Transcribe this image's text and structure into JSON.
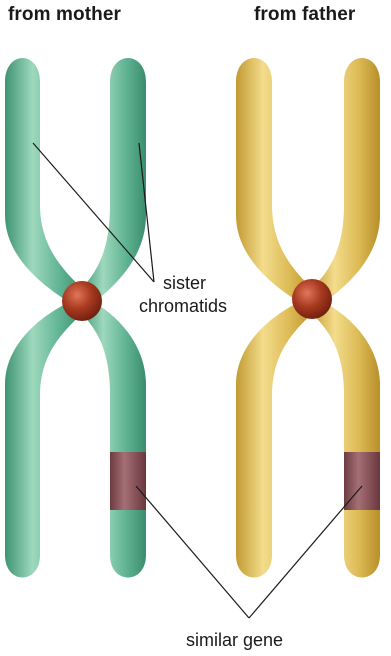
{
  "titles": {
    "mother": "from mother",
    "father": "from father"
  },
  "labels": {
    "sister_line1": "sister",
    "sister_line2": "chromatids",
    "similar_gene": "similar gene"
  },
  "colors": {
    "mother_chromosome": "#59b08e",
    "father_chromosome": "#d9b54e",
    "centromere": "#a5381e",
    "gene_band": "#8a4f55"
  }
}
